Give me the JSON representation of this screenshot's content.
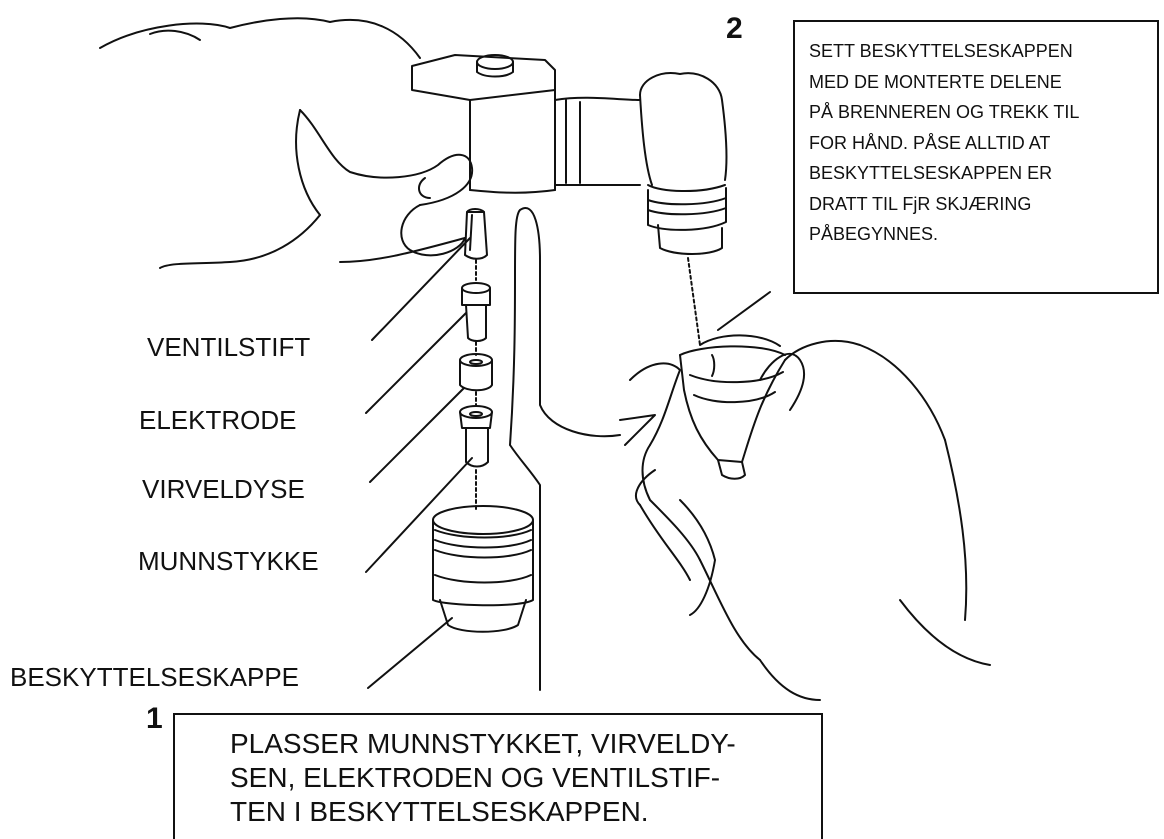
{
  "step1": {
    "number": "1",
    "text": "PLASSER MUNNSTYKKET, VIRVELDY-\nSEN, ELEKTRODEN OG VENTILSTIF-\nTEN I BESKYTTELSESKAPPEN."
  },
  "step2": {
    "number": "2",
    "text": "SETT BESKYTTELSESKAPPEN\nMED DE MONTERTE DELENE\nPÅ BRENNEREN OG TREKK TIL\nFOR HÅND. PÅSE ALLTID AT\nBESKYTTELSESKAPPEN ER\nDRATT TIL FjR SKJÆRING\nPÅBEGYNNES."
  },
  "labels": {
    "ventilstift": "VENTILSTIFT",
    "elektrode": "ELEKTRODE",
    "virveldyse": "VIRVELDYSE",
    "munnstykke": "MUNNSTYKKE",
    "beskyttelseskappe": "BESKYTTELSESKAPPE"
  }
}
